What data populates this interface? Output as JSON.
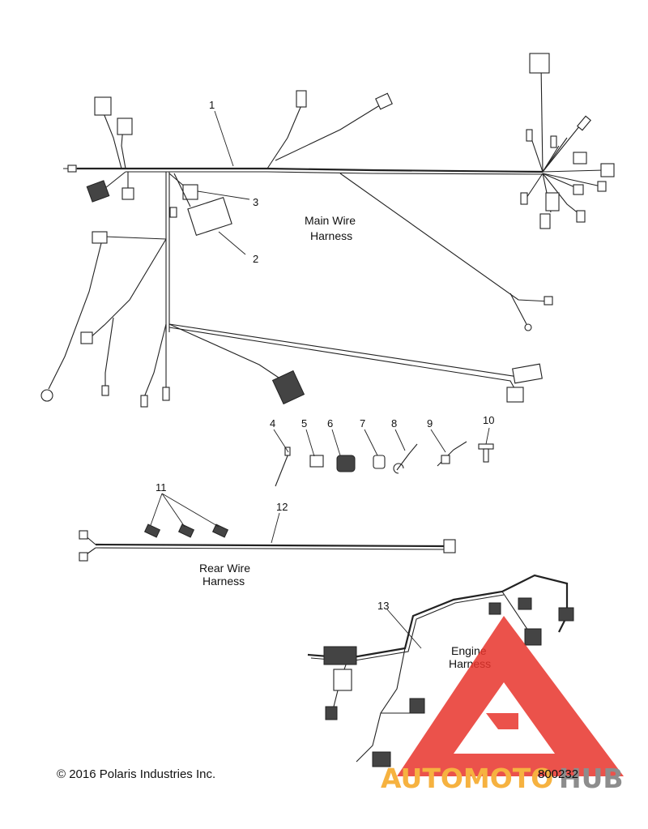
{
  "callouts": [
    "1",
    "2",
    "3",
    "4",
    "5",
    "6",
    "7",
    "8",
    "9",
    "10",
    "11",
    "12",
    "13"
  ],
  "captions": {
    "main_line1": "Main Wire",
    "main_line2": "Harness",
    "rear_line1": "Rear Wire",
    "rear_line2": "Harness",
    "engine_line1": "Engine",
    "engine_line2": "Harness"
  },
  "footer": {
    "copyright": "© 2016 Polaris Industries Inc.",
    "diagram_number": "800232"
  },
  "watermark": {
    "text_part1": "AUTOMOTO",
    "text_part2": "HUB",
    "color_triangle": "#e8342c",
    "color_text1": "#f5a51f",
    "color_text2": "#7a7a7a"
  }
}
